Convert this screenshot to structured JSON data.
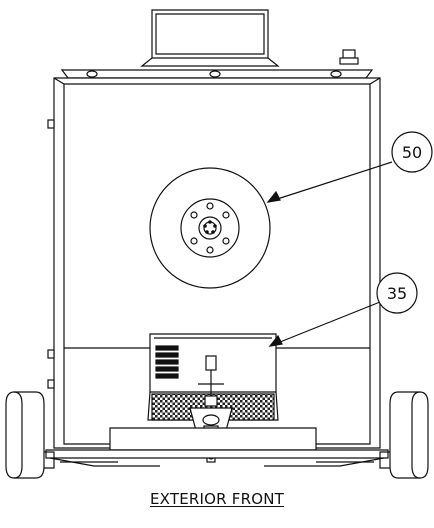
{
  "figure": {
    "caption": "EXTERIOR FRONT",
    "callouts": [
      {
        "number": "50",
        "target": "wheel-disc"
      },
      {
        "number": "35",
        "target": "tow-hitch-cover"
      }
    ]
  },
  "colors": {
    "line": "#111111",
    "fill": "#ffffff"
  }
}
